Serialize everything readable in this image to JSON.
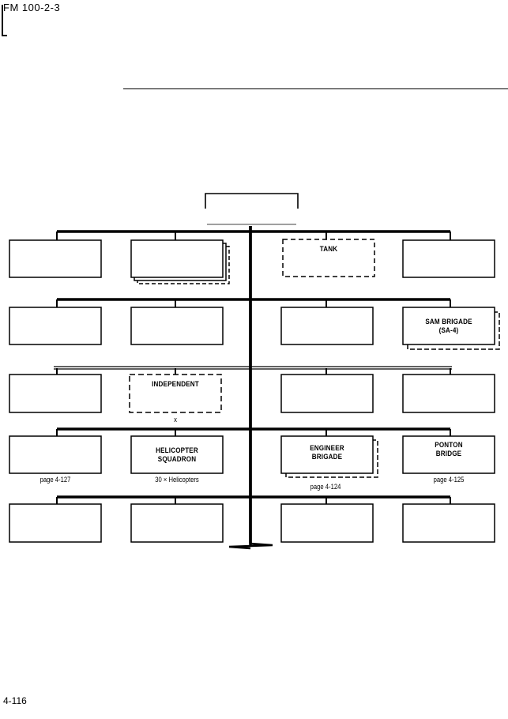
{
  "header": {
    "manual_id": "FM 100-2-3",
    "page_number": "4-116"
  },
  "org_chart": {
    "tank": "TANK",
    "sam_brigade": "SAM BRIGADE\n(SA-4)",
    "independent": "INDEPENDENT",
    "independent_mark": "x",
    "helicopter_squadron": "HELICOPTER\nSQUADRON",
    "helicopter_note": "30 × Helicopters",
    "engineer_brigade": "ENGINEER\nBRIGADE",
    "engineer_page": "page 4-124",
    "ponton_bridge": "PONTON\nBRIDGE",
    "ponton_page": "page 4-125",
    "row4_left_page": "page 4-127"
  }
}
